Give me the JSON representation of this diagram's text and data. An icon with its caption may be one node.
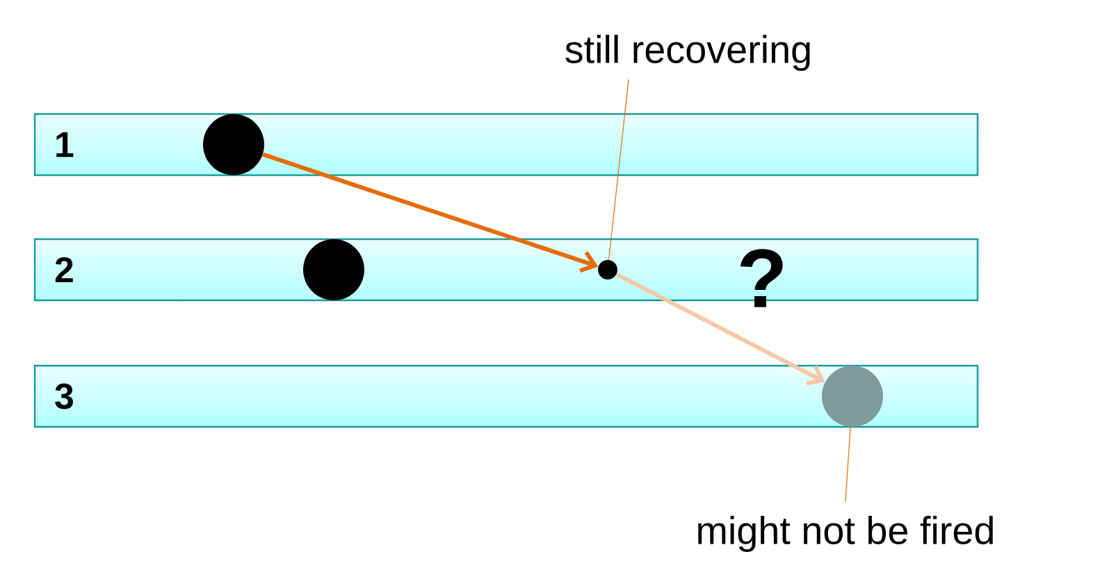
{
  "diagram": {
    "nodes": [
      {
        "text": [
          "1"
        ]
      },
      {
        "text": [
          "2"
        ]
      },
      {
        "text": [
          "3"
        ]
      },
      {
        "text": [],
        "shape": "circle",
        "in": 0
      },
      {
        "text": [],
        "shape": "circle",
        "in": 1
      },
      {
        "text": [],
        "shape": "circle",
        "in": 1
      },
      {
        "text": [],
        "shape": "circle",
        "in": 2
      },
      {
        "text": [
          "still recovering"
        ]
      },
      {
        "text": [
          "might not be fired"
        ]
      }
    ],
    "edges": [
      {
        "from": 3,
        "to": 5,
        "arrow": "to",
        "style": "thick"
      },
      {
        "from": 5,
        "to": 6,
        "arrow": "to",
        "style": "thick",
        "color": "#f5c9a8"
      },
      {
        "from": 7,
        "to": 5,
        "arrow": "none"
      },
      {
        "from": 8,
        "to": 6,
        "arrow": "none"
      }
    ],
    "labels": [
      "?"
    ]
  }
}
